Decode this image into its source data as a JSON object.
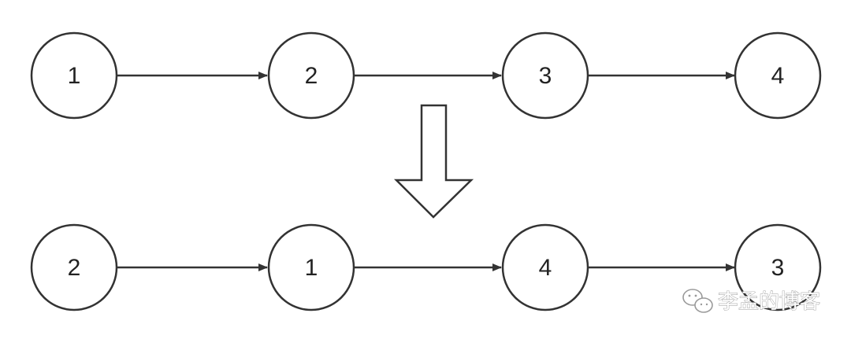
{
  "diagram": {
    "before_list": [
      "1",
      "2",
      "3",
      "4"
    ],
    "after_list": [
      "2",
      "1",
      "4",
      "3"
    ],
    "transform_arrow": "down-arrow-outline"
  },
  "watermark": {
    "icon": "wechat-icon",
    "text": "李孟的博客"
  },
  "colors": {
    "stroke": "#333333",
    "text": "#222222",
    "background": "#ffffff"
  }
}
